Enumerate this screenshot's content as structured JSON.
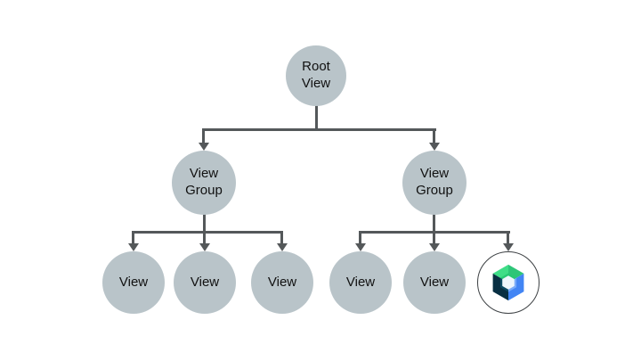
{
  "diagram": {
    "description": "View hierarchy tree diagram",
    "background": "#ffffff",
    "node_fill": "#b9c4c9",
    "connector_color": "#54585a",
    "text_color": "#111111",
    "root": {
      "line1": "Root",
      "line2": "View"
    },
    "left_group": {
      "line1": "View",
      "line2": "Group"
    },
    "right_group": {
      "line1": "View",
      "line2": "Group"
    },
    "leaves": [
      "View",
      "View",
      "View",
      "View",
      "View"
    ],
    "compose_icon": {
      "name": "jetpack-compose-logo",
      "green_light": "#3fdd87",
      "green_dark": "#2ec578",
      "navy": "#082f42",
      "blue": "#4285f4",
      "bevel_green": "#27c873",
      "bevel_navy": "#0b4a63",
      "bevel_blue": "#79abf9",
      "center_fill": "#eef6fc",
      "circle_outline": "#3c4043"
    }
  }
}
